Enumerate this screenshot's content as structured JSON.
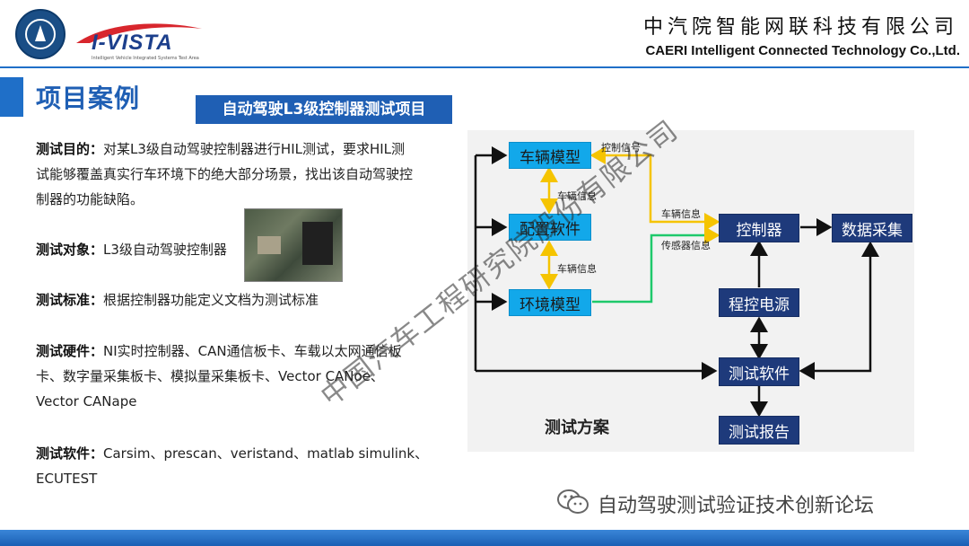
{
  "header": {
    "ivista_logo_text": "I-VISTA",
    "ivista_tagline": "Intelligent Vehicle Integrated Systems Test Area",
    "company_cn": "中汽院智能网联科技有限公司",
    "company_en": "CAERI Intelligent Connected Technology Co.,Ltd."
  },
  "page": {
    "title": "项目案例",
    "project_badge": "自动驾驶L3级控制器测试项目"
  },
  "content": {
    "purpose_label": "测试目的：",
    "purpose_line1": "对某L3级自动驾驶控制器进行HIL测试，要求HIL测",
    "purpose_line2": "试能够覆盖真实行车环境下的绝大部分场景，找出该自动驾驶控",
    "purpose_line3": "制器的功能缺陷。",
    "object_label": "测试对象：",
    "object_value": "L3级自动驾驶控制器",
    "standard_label": "测试标准：",
    "standard_value": "根据控制器功能定义文档为测试标准",
    "hardware_label": "测试硬件：",
    "hardware_line1": "NI实时控制器、CAN通信板卡、车载以太网通信板",
    "hardware_line2": "卡、数字量采集板卡、模拟量采集板卡、Vector CANoe、",
    "hardware_line3": "Vector CANape",
    "software_label": "测试软件：",
    "software_line1": "Carsim、prescan、veristand、matlab simulink、",
    "software_line2": "ECUTEST"
  },
  "diagram": {
    "nodes": {
      "vehicle_model": "车辆模型",
      "config_software": "配置软件",
      "env_model": "环境模型",
      "controller": "控制器",
      "data_acq": "数据采集",
      "power_supply": "程控电源",
      "test_software": "测试软件",
      "test_report": "测试报告"
    },
    "edge_labels": {
      "control_signal": "控制信号",
      "vehicle_info_1": "车辆信息",
      "vehicle_info_2": "车辆信息",
      "vehicle_info_3": "车辆信息",
      "sensor_info": "传感器信息"
    },
    "caption": "测试方案",
    "colors": {
      "light_node": "#12a8ea",
      "dark_node": "#1e3a7b",
      "yellow_arrow": "#f5c400",
      "green_line": "#1ec96b",
      "black_line": "#111111"
    }
  },
  "watermark": "中国汽车工程研究院股份有限公司",
  "footer": {
    "note": "自动驾驶测试验证技术创新论坛"
  }
}
